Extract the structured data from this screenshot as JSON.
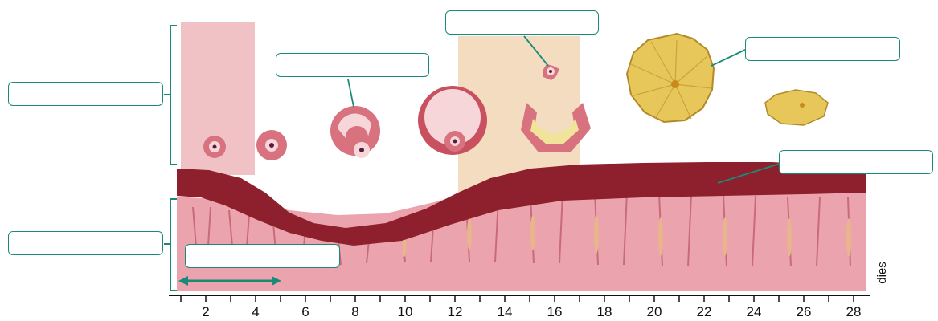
{
  "axis": {
    "unit": "dies",
    "ticks": [
      "2",
      "4",
      "6",
      "8",
      "10",
      "12",
      "14",
      "16",
      "18",
      "20",
      "22",
      "24",
      "26",
      "28"
    ]
  },
  "label_boxes": [
    {
      "id": "ovary-phase-label",
      "text": ""
    },
    {
      "id": "uterus-phase-label",
      "text": ""
    },
    {
      "id": "follicle-label",
      "text": ""
    },
    {
      "id": "ovulation-label",
      "text": ""
    },
    {
      "id": "corpus-luteum-label",
      "text": ""
    },
    {
      "id": "endometrium-label",
      "text": ""
    },
    {
      "id": "menstruation-label",
      "text": ""
    }
  ],
  "colors": {
    "accent": "#1a8a78",
    "menstrual_band": "#f0c2c6",
    "ovulation_band": "#f3dcc0",
    "endometrium_dark": "#8e1f2c",
    "endometrium_light": "#eba4ad",
    "gland_tan": "#e9b58a",
    "corpus_yellow": "#e8c75a"
  }
}
